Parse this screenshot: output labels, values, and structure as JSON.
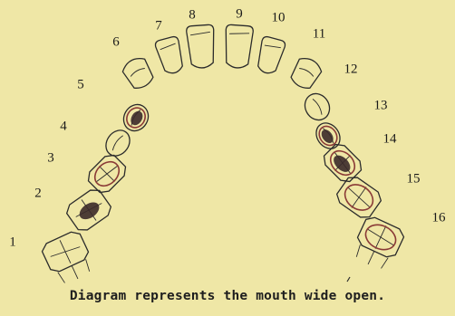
{
  "caption": "Diagram represents the mouth wide open.",
  "tooth_numbers": [
    "1",
    "2",
    "3",
    "4",
    "5",
    "6",
    "7",
    "8",
    "9",
    "10",
    "11",
    "12",
    "13",
    "14",
    "15",
    "16"
  ],
  "marked_teeth": {
    "filled_dark": [
      "2",
      "5",
      "13",
      "14"
    ],
    "outlined_red": [
      "3",
      "5",
      "13",
      "14",
      "15",
      "16"
    ]
  },
  "colors": {
    "paper": "#efe7a6",
    "ink": "#2b2b2b",
    "fill": "#3b2a2a",
    "marking": "#8a3a36"
  }
}
